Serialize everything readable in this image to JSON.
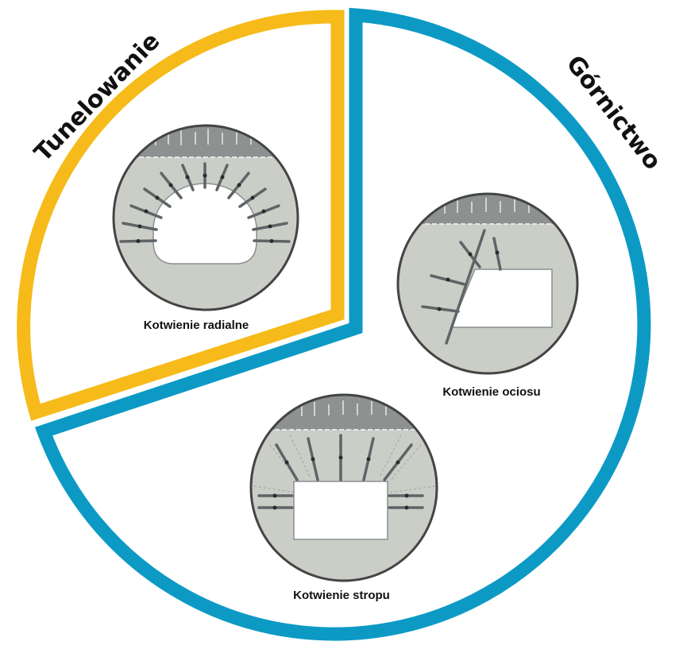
{
  "segments": {
    "tunneling": {
      "title": "Tunelowanie",
      "color": "#f6bb1a"
    },
    "mining": {
      "title": "Górnictwo",
      "color": "#0c9ac5"
    }
  },
  "panels": {
    "radial": {
      "caption": "Kotwienie radialne"
    },
    "rib": {
      "caption": "Kotwienie ociosu"
    },
    "roof": {
      "caption": "Kotwienie stropu"
    }
  },
  "palette": {
    "rock": "#cbcdc7",
    "rock_outline": "#444444",
    "surface": "#8d9290",
    "bolt": "#5f6466"
  }
}
